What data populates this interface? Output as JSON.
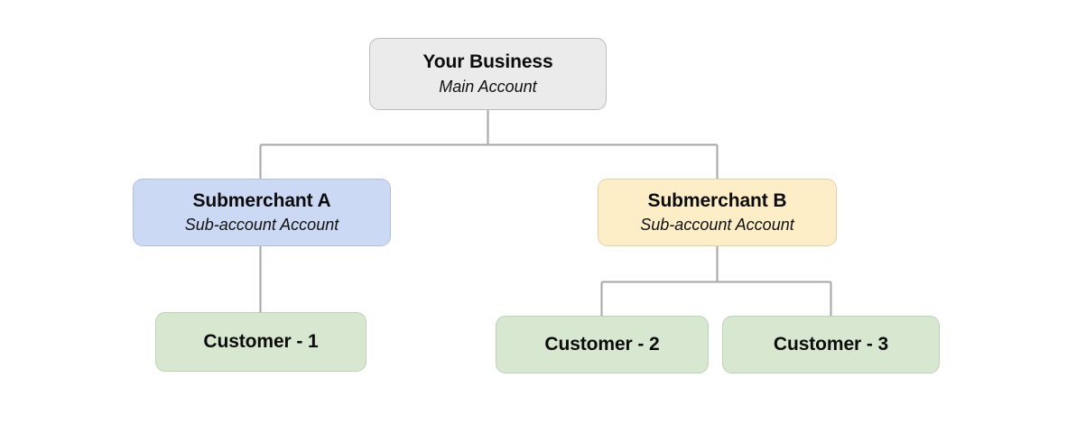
{
  "diagram": {
    "type": "org-chart",
    "orientation": "top-down",
    "connector_color": "#a6a6a6",
    "nodes": {
      "root": {
        "title": "Your Business",
        "subtitle": "Main Account",
        "color": "#ebebeb",
        "border_color": "#bcbcbc"
      },
      "submerchant_a": {
        "title": "Submerchant A",
        "subtitle": "Sub-account Account",
        "color": "#ccd9f5",
        "border_color": "#b3c0dd"
      },
      "submerchant_b": {
        "title": "Submerchant B",
        "subtitle": "Sub-account Account",
        "color": "#fdeec8",
        "border_color": "#ddd0ad"
      },
      "customer_1": {
        "title": "Customer - 1",
        "color": "#d8e8d0",
        "border_color": "#bfd0b7"
      },
      "customer_2": {
        "title": "Customer - 2",
        "color": "#d8e8d0",
        "border_color": "#bfd0b7"
      },
      "customer_3": {
        "title": "Customer - 3",
        "color": "#d8e8d0",
        "border_color": "#bfd0b7"
      }
    },
    "edges": [
      {
        "from": "root",
        "to": "submerchant_a"
      },
      {
        "from": "root",
        "to": "submerchant_b"
      },
      {
        "from": "submerchant_a",
        "to": "customer_1"
      },
      {
        "from": "submerchant_b",
        "to": "customer_2"
      },
      {
        "from": "submerchant_b",
        "to": "customer_3"
      }
    ]
  }
}
